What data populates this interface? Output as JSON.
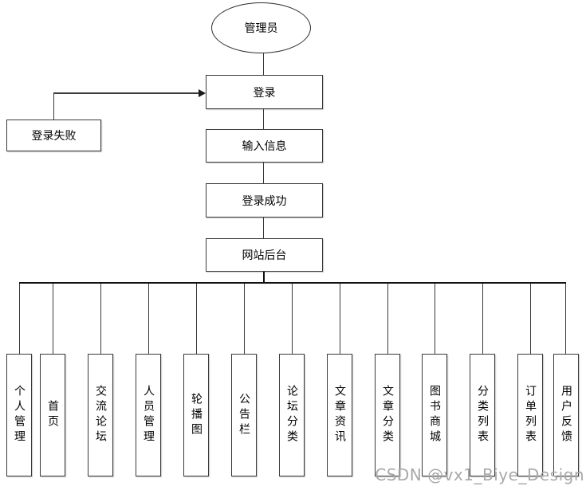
{
  "diagram": {
    "title_hint": "admin-backend-flowchart",
    "actor": {
      "label": "管理员"
    },
    "flow": {
      "login": {
        "label": "登录"
      },
      "input_info": {
        "label": "输入信息"
      },
      "login_success": {
        "label": "登录成功"
      },
      "backend": {
        "label": "网站后台"
      }
    },
    "fail_node": {
      "label": "登录失败"
    },
    "modules": [
      "个人管理",
      "首页",
      "交流论坛",
      "人员管理",
      "轮播图",
      "公告栏",
      "论坛分类",
      "文章资讯",
      "文章分类",
      "图书商城",
      "分类列表",
      "订单列表",
      "用户反馈"
    ],
    "colors": {
      "line": "#3a3a3a",
      "node_border": "#3a3a3a",
      "node_fill": "#ffffff",
      "background": "#ffffff",
      "watermark": "#a9a9a9"
    }
  },
  "watermark": {
    "text": "CSDN @vx1_Biye_Design"
  }
}
